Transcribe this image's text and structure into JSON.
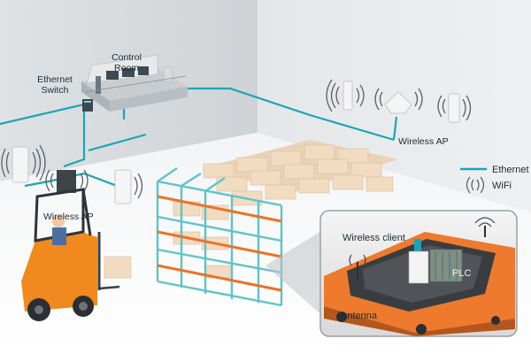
{
  "labels": {
    "control_room_line1": "Control",
    "control_room_line2": "Room",
    "ethernet_switch_line1": "Ethernet",
    "ethernet_switch_line2": "Switch",
    "wireless_ap_left": "Wireless AP",
    "wireless_ap_right": "Wireless AP",
    "wireless_client": "Wireless client",
    "plc": "PLC",
    "antenna": "Antenna"
  },
  "legend": {
    "ethernet": "Ethernet",
    "wifi": "WiFi"
  },
  "colors": {
    "ethernet_line": "#1aa6b7",
    "rack_teal": "#5ec4c9",
    "rack_orange": "#e8742a",
    "box": "#f1dcc2",
    "forklift": "#f08a1e",
    "agv_orange": "#ee7a2e"
  },
  "icons": [
    "wifi-icon",
    "access-point-icon",
    "ethernet-switch-icon",
    "forklift-icon",
    "plc-icon",
    "antenna-icon"
  ]
}
